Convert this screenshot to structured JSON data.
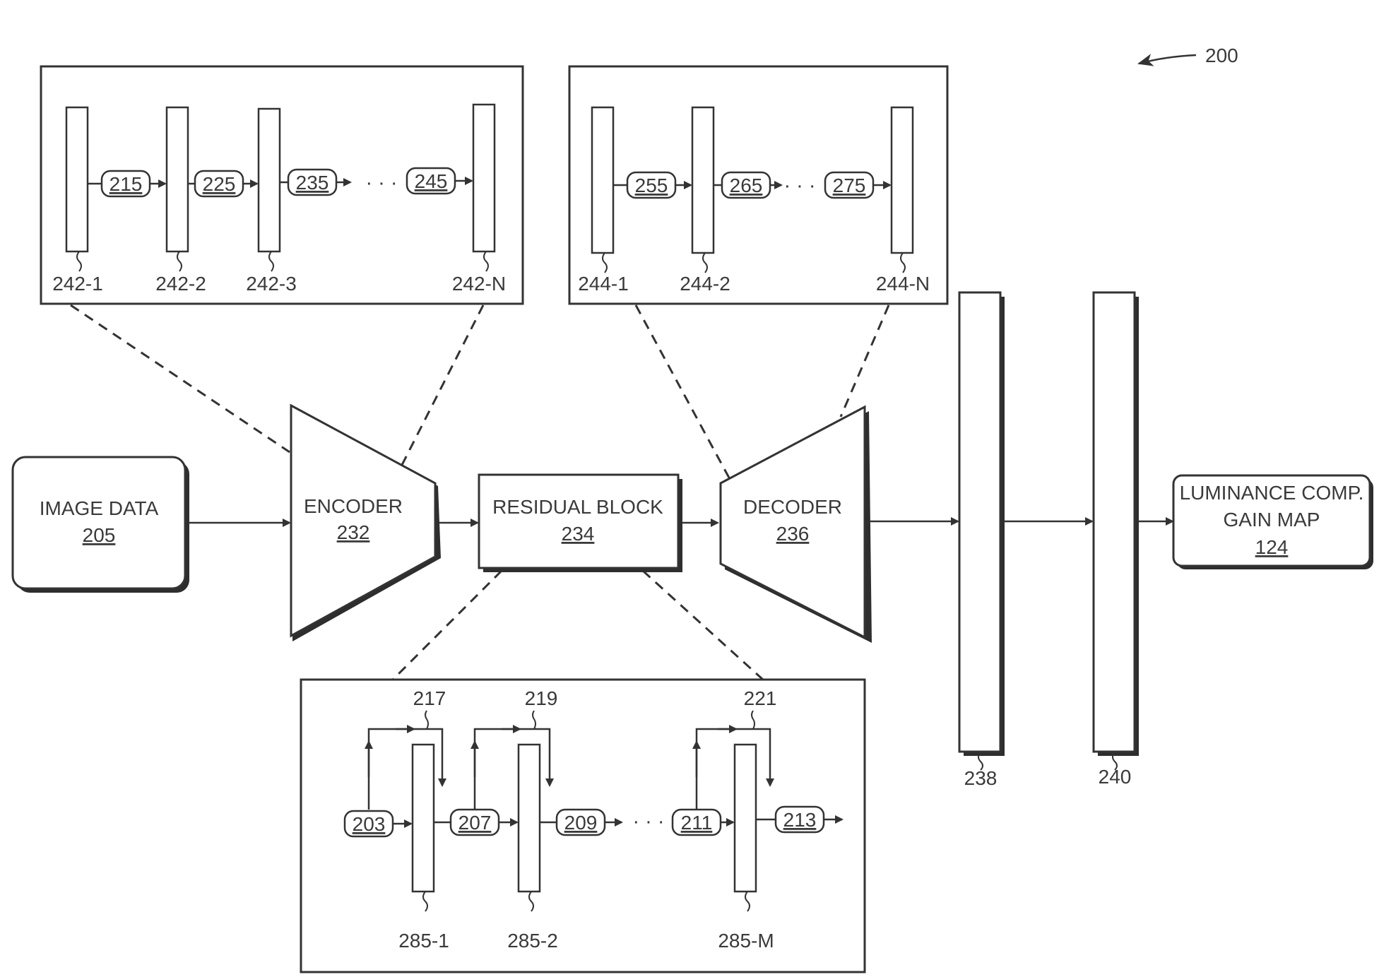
{
  "figure_ref": "200",
  "image_data": {
    "title": "IMAGE DATA",
    "ref": "205"
  },
  "encoder": {
    "title": "ENCODER",
    "ref": "232"
  },
  "residual_block": {
    "title": "RESIDUAL BLOCK",
    "ref": "234"
  },
  "decoder": {
    "title": "DECODER",
    "ref": "236"
  },
  "output": {
    "line1": "LUMINANCE COMP.",
    "line2": "GAIN MAP",
    "ref": "124"
  },
  "layers": {
    "first": "238",
    "second": "240"
  },
  "encoder_detail": {
    "bars": [
      "242-1",
      "242-2",
      "242-3",
      "242-N"
    ],
    "connections": [
      "215",
      "225",
      "235",
      "245"
    ]
  },
  "decoder_detail": {
    "bars": [
      "244-1",
      "244-2",
      "244-N"
    ],
    "connections": [
      "255",
      "265",
      "275"
    ]
  },
  "residual_detail": {
    "bars": [
      "285-1",
      "285-2",
      "285-M"
    ],
    "skips": [
      "217",
      "219",
      "221"
    ],
    "connections": [
      "203",
      "207",
      "209",
      "211",
      "213"
    ]
  },
  "ellipsis": "· · ·"
}
